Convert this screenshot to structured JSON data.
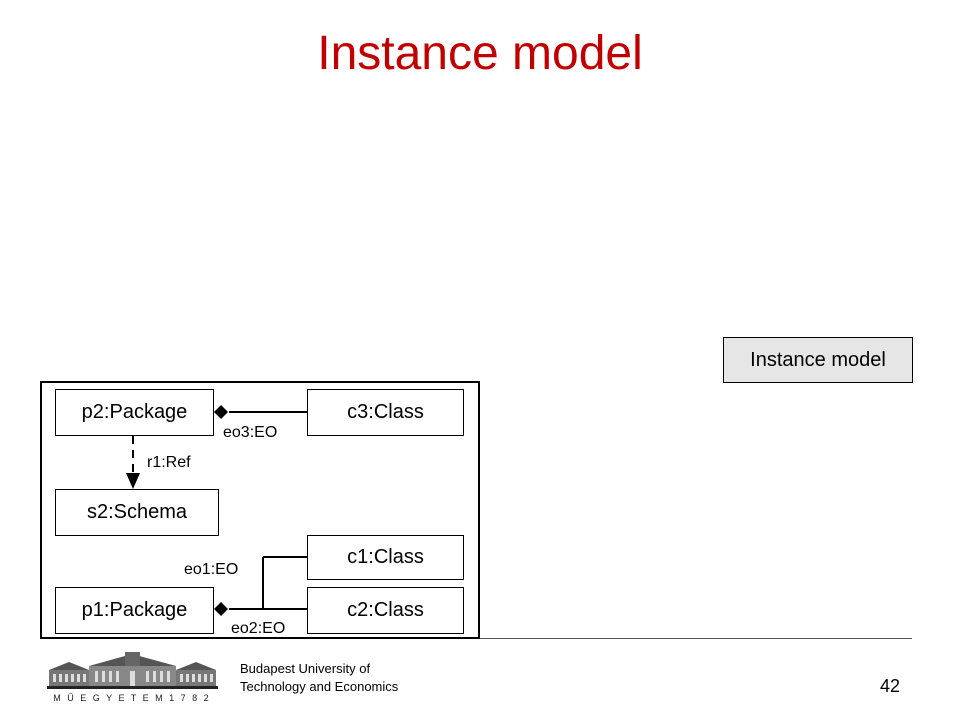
{
  "slide": {
    "title": "Instance model",
    "legend_label": "Instance model",
    "page_number": "42"
  },
  "diagram": {
    "nodes": {
      "p2": "p2:Package",
      "c3": "c3:Class",
      "s2": "s2:Schema",
      "c1": "c1:Class",
      "p1": "p1:Package",
      "c2": "c2:Class"
    },
    "edges": {
      "eo3": "eo3:EO",
      "r1": "r1:Ref",
      "eo1": "eo1:EO",
      "eo2": "eo2:EO"
    }
  },
  "footer": {
    "university_line1": "Budapest University of",
    "university_line2": "Technology and Economics",
    "logo_lettering": "M Ű E G Y E T E M   1 7 8 2"
  }
}
